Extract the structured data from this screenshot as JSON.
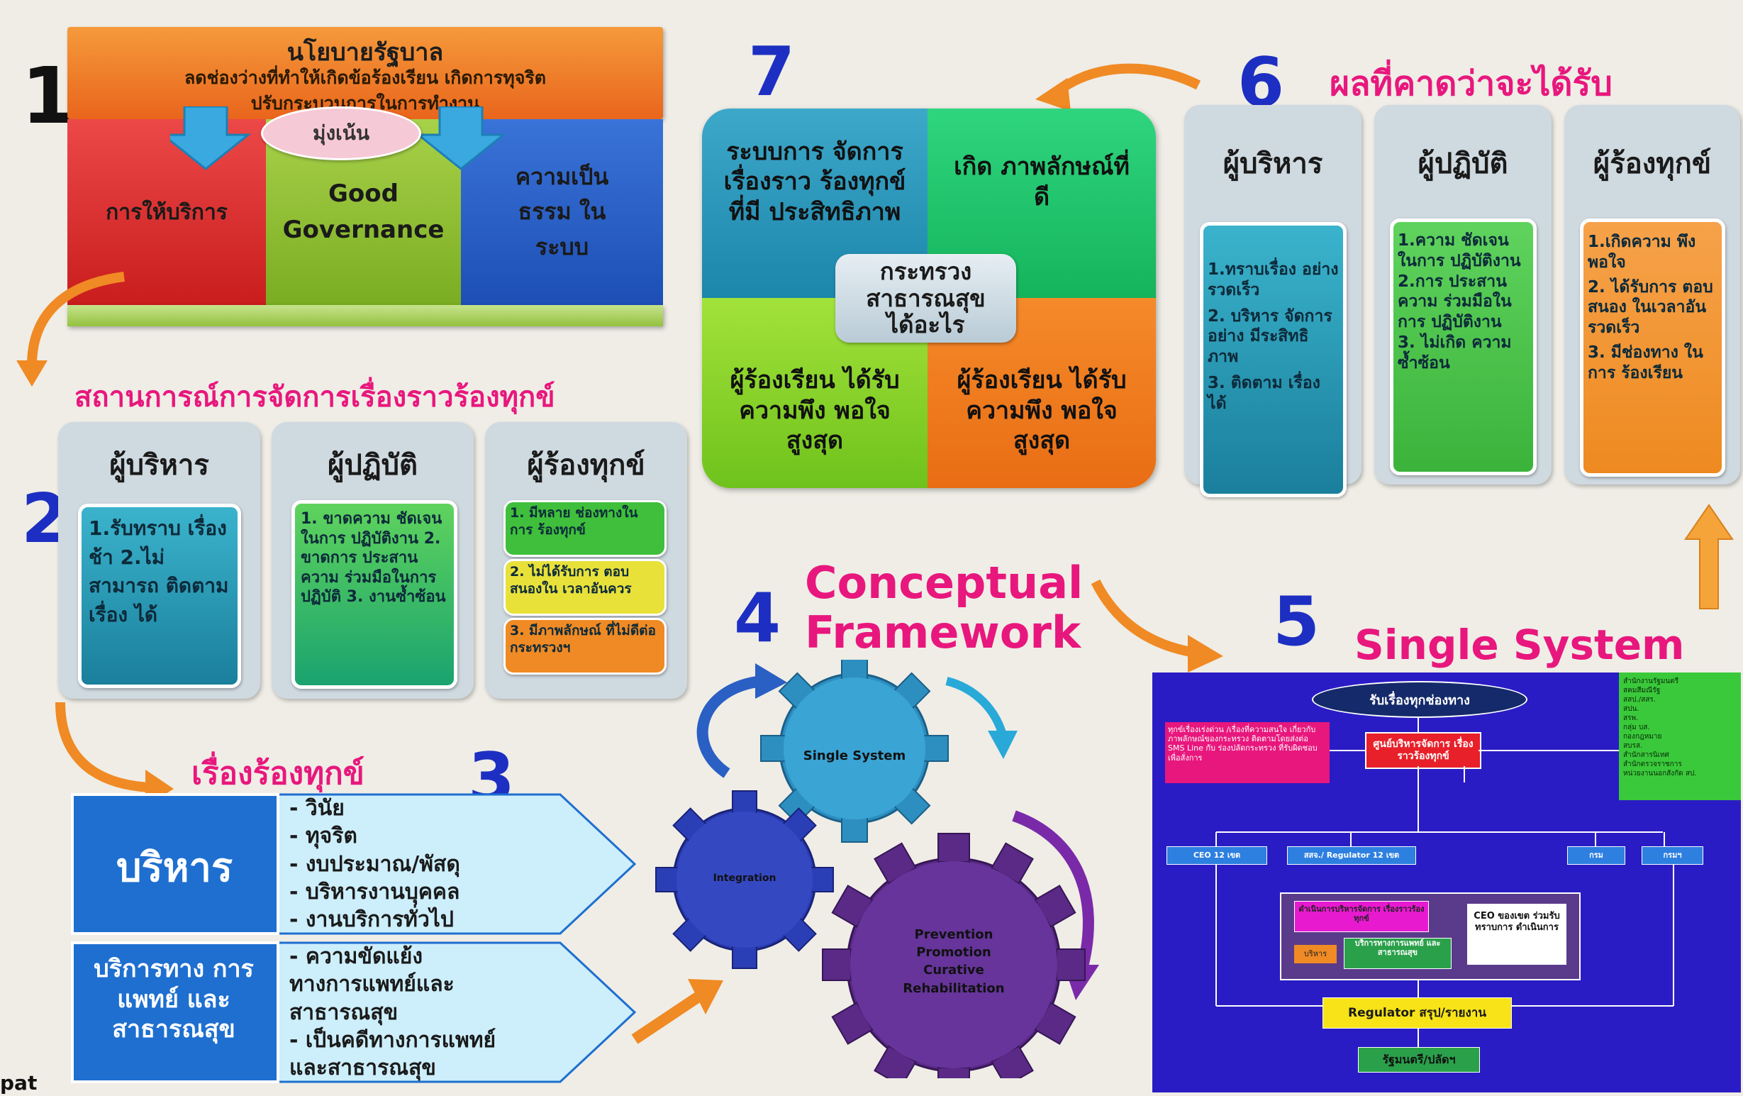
{
  "section1": {
    "number": "1",
    "banner_title": "นโยบายรัฐบาล",
    "banner_line1": "ลดช่องว่างที่ทำให้เกิดข้อร้องเรียน เกิดการทุจริต",
    "banner_line2": "ปรับกระบวนการในการทำงาน",
    "focus_label": "มุ่งเน้น",
    "col_left": "การให้บริการ",
    "col_mid": "Good Governance",
    "col_right": "ความเป็น ธรรม ในระบบ"
  },
  "section2": {
    "number": "2",
    "title": "สถานการณ์การจัดการเรื่องราวร้องทุกข์",
    "cards": [
      {
        "header": "ผู้บริหาร",
        "body": "1.รับทราบ เรื่องช้า 2.ไม่สามารถ ติดตามเรื่อง ได้"
      },
      {
        "header": "ผู้ปฏิบัติ",
        "body": "1. ขาดความ ชัดเจนในการ ปฏิบัติงาน 2. ขาดการ ประสานความ ร่วมมือในการ ปฏิบัติ 3. งานซ้ำซ้อน"
      },
      {
        "header": "ผู้ร้องทุกข์",
        "items": [
          "1. มีหลาย ช่องทางในการ ร้องทุกข์",
          "2. ไม่ได้รับการ ตอบสนองใน เวลาอันควร",
          "3. มีภาพลักษณ์ ที่ไม่ดีต่อ กระทรวงฯ"
        ]
      }
    ]
  },
  "section3": {
    "number": "3",
    "title": "เรื่องร้องทุกข์",
    "row1_label": "บริหาร",
    "row1_items": [
      "- วินัย",
      "- ทุจริต",
      "- งบประมาณ/พัสดุ",
      "- บริหารงานบุคคล",
      "- งานบริการทั่วไป"
    ],
    "row2_label": "บริการทาง การแพทย์ และ สาธารณสุข",
    "row2_items": [
      "- ความขัดแย้ง",
      "ทางการแพทย์และ",
      "สาธารณสุข",
      "- เป็นคดีทางการแพทย์",
      "และสาธารณสุข"
    ]
  },
  "section4": {
    "number": "4",
    "title_line1": "Conceptual",
    "title_line2": "Framework",
    "gear_top": "Single  System",
    "gear_left": "Integration",
    "gear_big": [
      "Prevention",
      "Promotion",
      "Curative",
      "Rehabilitation"
    ]
  },
  "section5": {
    "number": "5",
    "title": "Single System",
    "top_oval": "รับเรื่องทุกช่องทาง",
    "center_box": "ศูนย์บริหารจัดการ เรื่องราวร้องทุกข์",
    "left_note": "ทุกข์เรื่องเร่งด่วน /เรื่องที่ความสนใจ เกี่ยวกับภาพลักษณ์ของกระทรวง ติดตามโดยส่งต่อ SMS Line กับ ร่องปลัดกระทรวง ที่รับผิดชอบ เพื่อสั่งการ",
    "right_list": [
      "สำนักงานรัฐมนตรี",
      "สคมสีมณีรัฐ",
      "สสป./สสร.",
      "สปน.",
      "สรพ.",
      "กลุ่ม บส.",
      "กองกฎหมาย",
      "สบรส.",
      "สำนักสารนิเทศ",
      "สำนักตรวจราชการ",
      "หน่วยงานนอกสังกัด สป."
    ],
    "branch_boxes": [
      "CEO 12 เขต",
      "สสจ./ Regulator 12 เขต",
      "กรม",
      "กรมฯ"
    ],
    "mid_pink": "ดำเนินการบริหารจัดการ เรื่องราวร้องทุกข์",
    "mid_tag1": "บริหาร",
    "mid_tag2": "บริการทางการแพทย์ และสาธารณสุข",
    "mid_white": "CEO ของเขต ร่วมรับทราบการ ดำเนินการ",
    "regulator": "Regulator สรุป/รายงาน",
    "bottom": "รัฐมนตรี/ปลัดฯ"
  },
  "section6": {
    "number": "6",
    "title": "ผลที่คาดว่าจะได้รับ",
    "cards": [
      {
        "header": "ผู้บริหาร",
        "items": [
          "1.ทราบเรื่อง อย่างรวดเร็ว",
          "2. บริหาร จัดการอย่าง มีระสิทธิภาพ",
          "3. ติดตาม เรื่องได้"
        ]
      },
      {
        "header": "ผู้ปฏิบัติ",
        "items": [
          "1.ความ ชัดเจน ในการ ปฏิบัติงาน",
          "2.การ ประสานความ ร่วมมือในการ ปฏิบัติงาน",
          "3. ไม่เกิด ความซ้ำซ้อน"
        ]
      },
      {
        "header": "ผู้ร้องทุกข์",
        "items": [
          "1.เกิดความ พึงพอใจ",
          "2. ได้รับการ ตอบ สนอง ในเวลาอัน รวดเร็ว",
          "3. มีช่องทาง ในการ ร้องเรียน"
        ]
      }
    ]
  },
  "section7": {
    "number": "7",
    "q_tl": "ระบบการ จัดการเรื่องราว ร้องทุกข์ที่มี ประสิทธิภาพ",
    "q_tr": "เกิด ภาพลักษณ์ที่ดี",
    "q_bl": "ผู้ร้องเรียน ได้รับความพึง พอใจสูงสุด",
    "q_br": "ผู้ร้องเรียน ได้รับความพึง พอใจสูงสุด",
    "center": "กระทรวง สาธารณสุข ได้อะไร"
  },
  "corner_text": "pat",
  "colors": {
    "magenta": "#e8177d",
    "navy": "#1d2fc2",
    "orange": "#f08a24",
    "system_bg": "#2a1cc4"
  }
}
